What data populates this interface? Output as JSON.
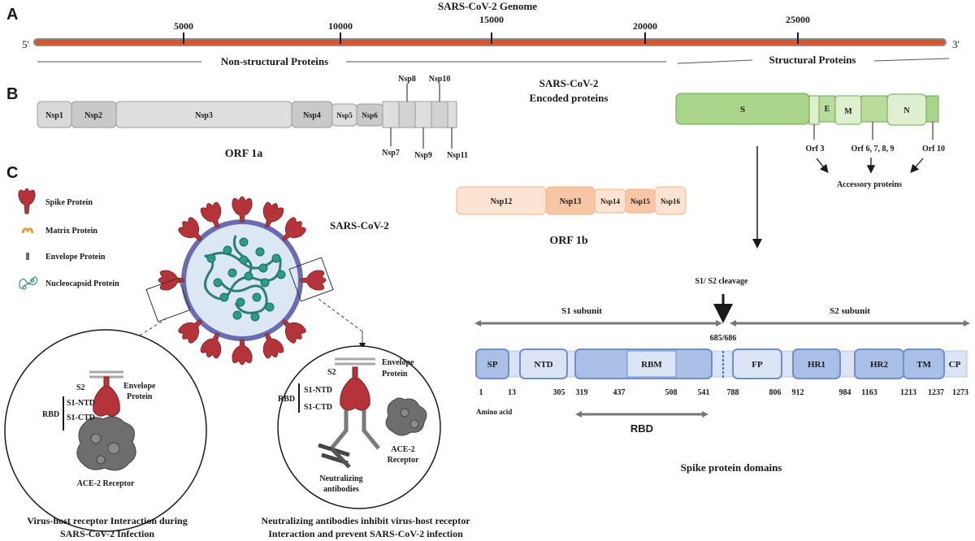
{
  "panel_labels": {
    "a": "A",
    "b": "B",
    "c": "C"
  },
  "genome": {
    "title": "SARS-CoV-2 Genome",
    "end5": "5'",
    "end3": "3'",
    "ticks": [
      "5000",
      "10000",
      "15000",
      "20000",
      "25000"
    ],
    "nonstructural_label": "Non-structural Proteins",
    "structural_label": "Structural Proteins",
    "colors": {
      "bar": "#d9532b",
      "bar_edge": "#8a8a8a"
    }
  },
  "panel_b": {
    "title_line1": "SARS-CoV-2",
    "title_line2": "Encoded proteins",
    "orf1a": {
      "label": "ORF 1a",
      "proteins": [
        "Nsp1",
        "Nsp2",
        "Nsp3",
        "Nsp4",
        "Nsp5",
        "Nsp6",
        "Nsp7",
        "Nsp8",
        "Nsp9",
        "Nsp10",
        "Nsp11"
      ]
    },
    "orf1b": {
      "label": "ORF 1b",
      "proteins": [
        "Nsp12",
        "Nsp13",
        "Nsp14",
        "Nsp15",
        "Nsp16"
      ]
    },
    "structural": {
      "proteins": [
        "S",
        "E",
        "M",
        "N"
      ],
      "orf_labels": [
        "Orf 3",
        "Orf 6, 7, 8, 9",
        "Orf 10"
      ],
      "accessory_label": "Accessory proteins"
    },
    "colors": {
      "orf1a": "#d7d7d7",
      "orf1b": "#f7c8a8",
      "structural": "#a8d68a"
    }
  },
  "panel_c": {
    "legend": [
      "Spike Protein",
      "Matrix Protein",
      "Envelope Protein",
      "Nucleocapsid Protein"
    ],
    "virus_label": "SARS-CoV-2",
    "left_inset": {
      "labels": [
        "S2",
        "Envelope",
        "Protein",
        "RBD",
        "S1-NTD",
        "S1-CTD",
        "ACE-2 Receptor"
      ],
      "caption_line1": "Virus-host receptor Interaction during",
      "caption_line2": "SARS-CoV-2 Infection"
    },
    "right_inset": {
      "labels": [
        "S2",
        "Envelope",
        "Protein",
        "RBD",
        "S1-NTD",
        "S1-CTD",
        "ACE-2",
        "Receptor",
        "Neutralizing",
        "antibodies"
      ],
      "caption_line1": "Neutralizing antibodies inhibit virus-host receptor",
      "caption_line2": "Interaction and prevent SARS-CoV-2 infection"
    }
  },
  "spike": {
    "cleavage_label": "S1/ S2 cleavage",
    "s1_label": "S1 subunit",
    "s2_label": "S2 subunit",
    "cleavage_site": "685/686",
    "domains": [
      "SP",
      "NTD",
      "RBM",
      "FP",
      "HR1",
      "HR2",
      "TM",
      "CP"
    ],
    "positions": [
      "1",
      "13",
      "305",
      "319",
      "437",
      "508",
      "541",
      "788",
      "806",
      "912",
      "984",
      "1163",
      "1213",
      "1237",
      "1273"
    ],
    "amino_acid_label": "Amino acid",
    "rbd_label": "RBD",
    "title": "Spike protein domains",
    "colors": {
      "domain": "#a9bfe6",
      "domain_edge": "#6f8fcf",
      "backbone": "#dbe4f5"
    }
  }
}
